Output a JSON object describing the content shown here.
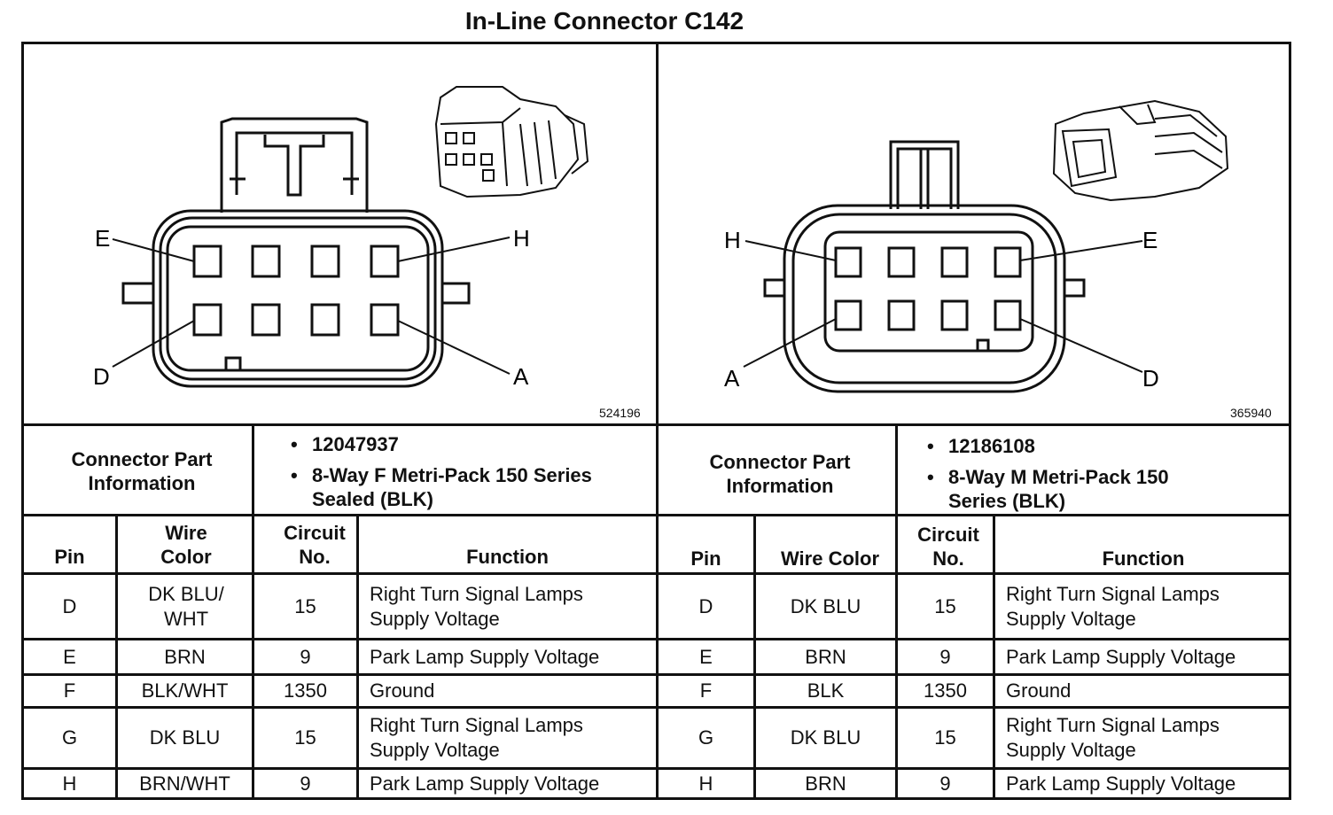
{
  "title": "In-Line Connector C142",
  "left": {
    "figure_number": "524196",
    "pin_labels": {
      "top_left": "E",
      "top_right": "H",
      "bottom_left": "D",
      "bottom_right": "A"
    },
    "info_label": "Connector Part Information",
    "part_number": "12047937",
    "part_description": "8-Way F Metri-Pack 150 Series Sealed (BLK)",
    "headers": {
      "pin": "Pin",
      "wire_color": "Wire Color",
      "circuit": "Circuit No.",
      "function": "Function"
    },
    "rows": [
      {
        "pin": "D",
        "wire": "DK BLU/ WHT",
        "circuit": "15",
        "function": "Right Turn Signal Lamps Supply Voltage"
      },
      {
        "pin": "E",
        "wire": "BRN",
        "circuit": "9",
        "function": "Park Lamp Supply Voltage"
      },
      {
        "pin": "F",
        "wire": "BLK/WHT",
        "circuit": "1350",
        "function": "Ground"
      },
      {
        "pin": "G",
        "wire": "DK BLU",
        "circuit": "15",
        "function": "Right Turn Signal Lamps Supply Voltage"
      },
      {
        "pin": "H",
        "wire": "BRN/WHT",
        "circuit": "9",
        "function": "Park Lamp Supply Voltage"
      }
    ]
  },
  "right": {
    "figure_number": "365940",
    "pin_labels": {
      "top_left": "H",
      "top_right": "E",
      "bottom_left": "A",
      "bottom_right": "D"
    },
    "info_label": "Connector Part Information",
    "part_number": "12186108",
    "part_description": "8-Way M Metri-Pack 150 Series (BLK)",
    "headers": {
      "pin": "Pin",
      "wire_color": "Wire Color",
      "circuit": "Circuit No.",
      "function": "Function"
    },
    "rows": [
      {
        "pin": "D",
        "wire": "DK BLU",
        "circuit": "15",
        "function": "Right Turn Signal Lamps Supply Voltage"
      },
      {
        "pin": "E",
        "wire": "BRN",
        "circuit": "9",
        "function": "Park Lamp Supply Voltage"
      },
      {
        "pin": "F",
        "wire": "BLK",
        "circuit": "1350",
        "function": "Ground"
      },
      {
        "pin": "G",
        "wire": "DK BLU",
        "circuit": "15",
        "function": "Right Turn Signal Lamps Supply Voltage"
      },
      {
        "pin": "H",
        "wire": "BRN",
        "circuit": "9",
        "function": "Park Lamp Supply Voltage"
      }
    ]
  }
}
